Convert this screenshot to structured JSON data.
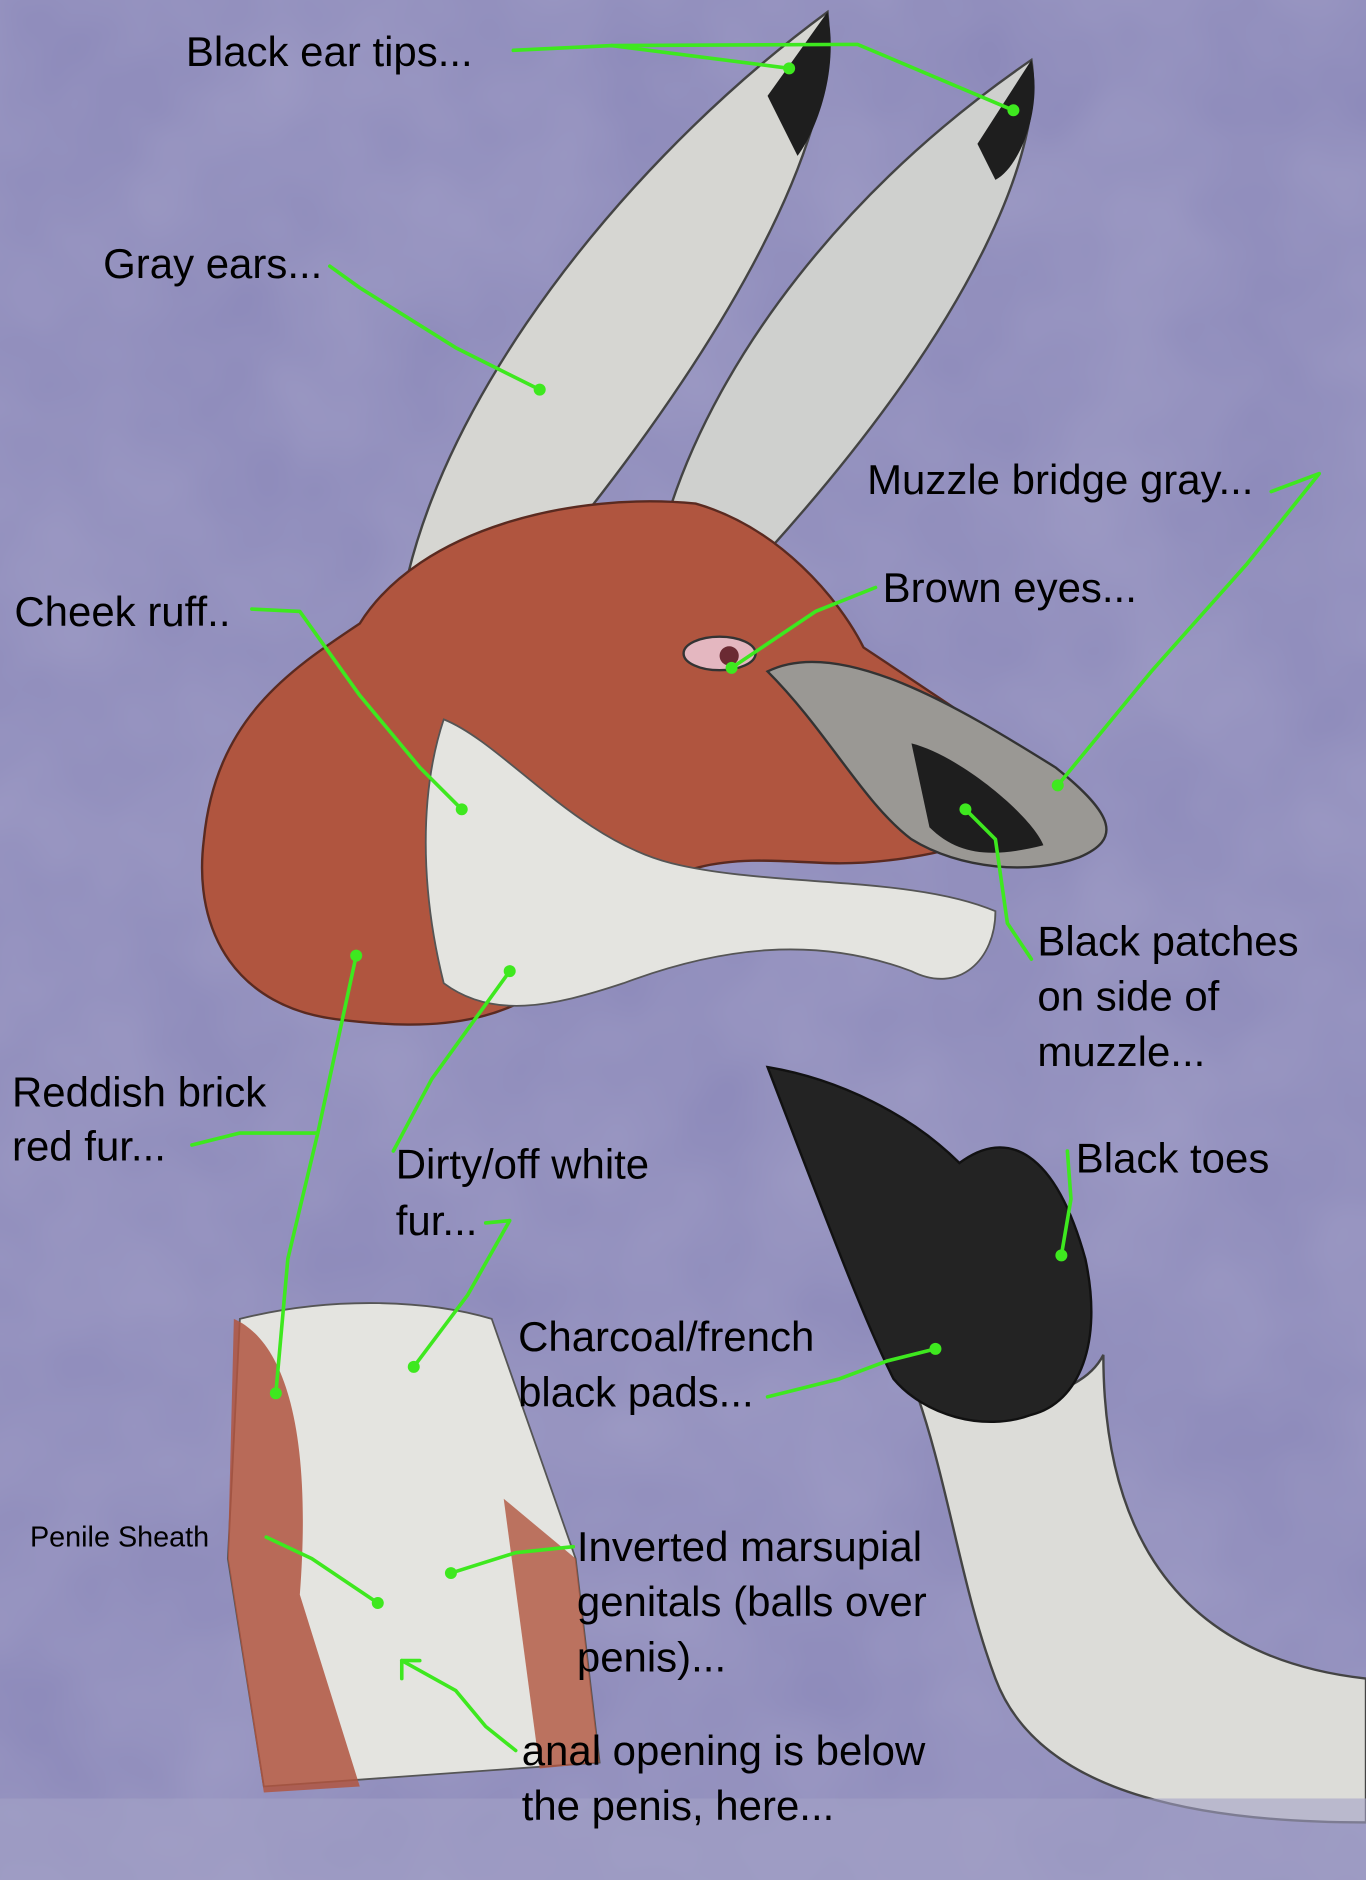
{
  "colors": {
    "background": "#8b88b9",
    "leader_line": "#3ee81f",
    "red_fur": "#b0553f",
    "gray_fur": "#cfd0ce",
    "black": "#1e1e1e",
    "white_fur": "#e4e4e0"
  },
  "labels": {
    "ear_tips": "Black ear tips...",
    "gray_ears": "Gray ears...",
    "muzzle_bridge": "Muzzle bridge gray...",
    "brown_eyes": "Brown eyes...",
    "cheek_ruff": "Cheek ruff..",
    "black_patches": [
      "Black patches",
      "on side of",
      "muzzle..."
    ],
    "reddish_fur": [
      "Reddish brick",
      "red fur..."
    ],
    "white_fur": [
      "Dirty/off white",
      "fur..."
    ],
    "black_toes": "Black toes",
    "pads": [
      "Charcoal/french",
      "black pads..."
    ],
    "sheath": "Penile Sheath",
    "inverted": [
      "Inverted marsupial",
      "genitals (balls over",
      "penis)..."
    ],
    "anal": [
      "anal opening is below",
      "the penis, here..."
    ]
  }
}
